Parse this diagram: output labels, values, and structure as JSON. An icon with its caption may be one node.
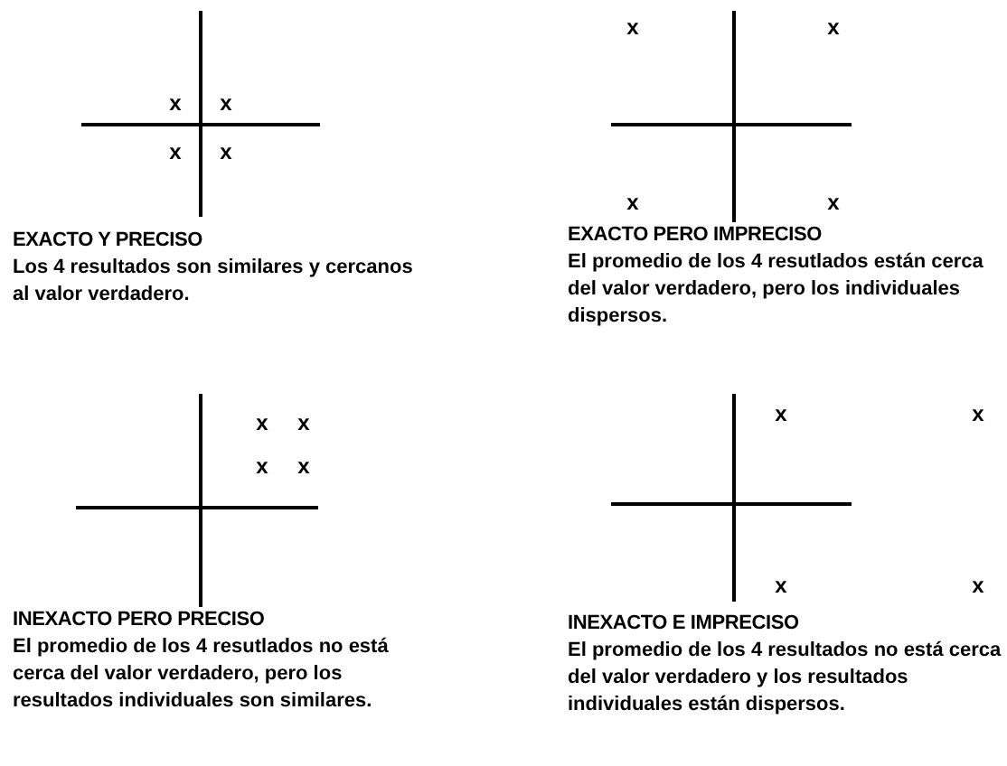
{
  "diagram": {
    "labels": [
      "x",
      "x",
      "x",
      "x",
      "EXACTO Y PRECISO",
      "Los 4 resultados son similares y cercanos al valor verdadero.",
      "x",
      "x",
      "x",
      "x",
      "EXACTO PERO IMPRECISO",
      "El promedio de los 4 resutlados están cerca del valor verdadero, pero los individuales dispersos.",
      "x",
      "x",
      "x",
      "x",
      "INEXACTO PERO PRECISO",
      "El promedio de los 4 resutlados no está cerca del valor verdadero, pero los resultados individuales son similares.",
      "x",
      "x",
      "x",
      "x",
      "INEXACTO E IMPRECISO",
      "El promedio de los 4 resultados no está cerca del valor verdadero y los resultados individuales están dispersos."
    ]
  }
}
